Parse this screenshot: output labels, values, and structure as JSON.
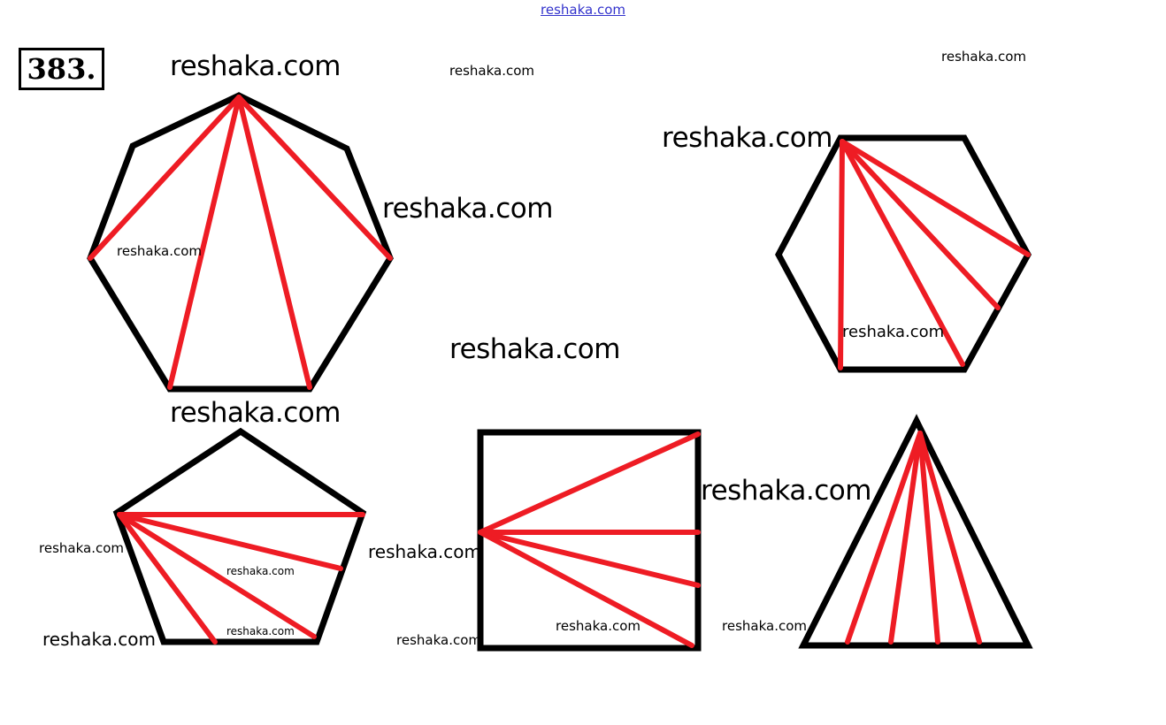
{
  "header_link": "reshaka.com",
  "problem_number": "383.",
  "watermarks": [
    "reshaka.com",
    "reshaka.com",
    "reshaka.com",
    "reshaka.com",
    "reshaka.com",
    "reshaka.com",
    "reshaka.com",
    "reshaka.com",
    "reshaka.com",
    "reshaka.com",
    "reshaka.com",
    "reshaka.com",
    "reshaka.com",
    "reshaka.com",
    "reshaka.com",
    "reshaka.com",
    "reshaka.com",
    "reshaka.com"
  ],
  "colors": {
    "outline": "#000000",
    "diagonal": "#ee1c24",
    "link": "#3333cc"
  },
  "figures": [
    "heptagon",
    "hexagon",
    "pentagon",
    "square",
    "triangle"
  ]
}
